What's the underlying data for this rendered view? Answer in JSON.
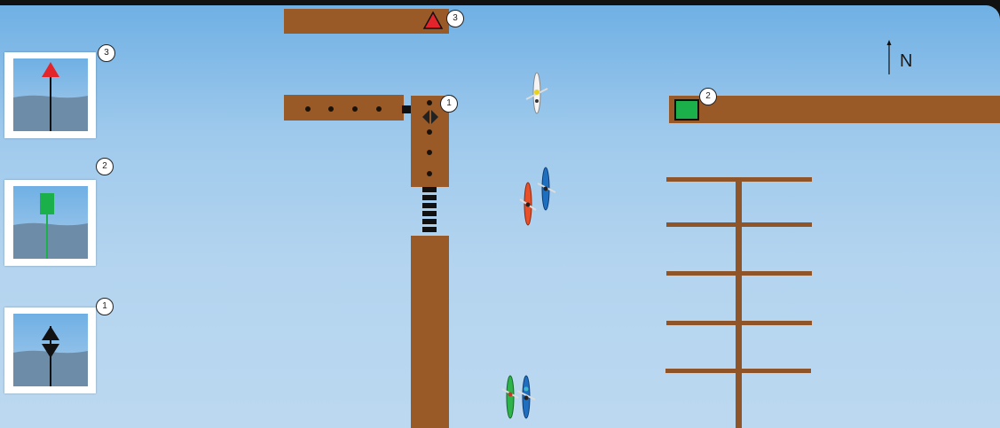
{
  "legend": [
    {
      "number": "3",
      "marker": "red-triangle-cone-marker-icon",
      "color": "#e3242b"
    },
    {
      "number": "2",
      "marker": "green-square-marker-icon",
      "color": "#1bb04a"
    },
    {
      "number": "1",
      "marker": "black-diamond-marker-icon",
      "color": "#1a1a1a"
    }
  ],
  "map_labels": {
    "north": "N",
    "marker_top": "3",
    "marker_mid": "1",
    "marker_right": "2"
  },
  "colors": {
    "water_top": "#6fb0e4",
    "water_bottom": "#bcd8f0",
    "dock_wood": "#9a5a28",
    "red_marker": "#e3242b",
    "green_marker": "#1bb04a"
  }
}
